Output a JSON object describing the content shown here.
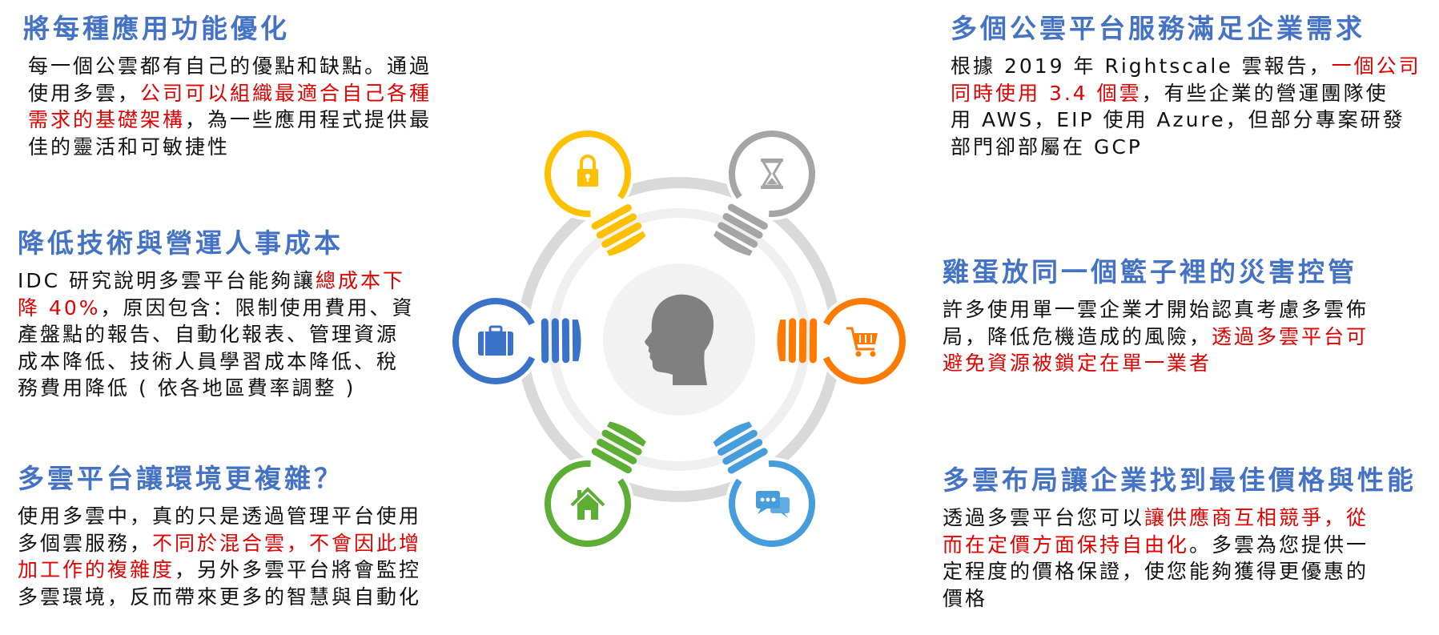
{
  "colors": {
    "title": "#4472C4",
    "highlight": "#E00000",
    "text": "#111111"
  },
  "left_sections": [
    {
      "title": "將每種應用功能優化",
      "lines": [
        [
          {
            "t": "每一個公雲都有自己的優點和缺點。通過",
            "red": false
          }
        ],
        [
          {
            "t": "使用多雲，",
            "red": false
          },
          {
            "t": "公司可以組織最適合自己各種",
            "red": true
          }
        ],
        [
          {
            "t": "需求的基礎架構",
            "red": true
          },
          {
            "t": "，為一些應用程式提供最",
            "red": false
          }
        ],
        [
          {
            "t": "佳的靈活和可敏捷性",
            "red": false
          }
        ]
      ]
    },
    {
      "title": "降低技術與營運人事成本",
      "lines": [
        [
          {
            "t": "IDC 研究說明多雲平台能夠讓",
            "red": false
          },
          {
            "t": "總成本下",
            "red": true
          }
        ],
        [
          {
            "t": "降 40%",
            "red": true
          },
          {
            "t": "，原因包含：限制使用費用、資",
            "red": false
          }
        ],
        [
          {
            "t": "產盤點的報告、自動化報表、管理資源",
            "red": false
          }
        ],
        [
          {
            "t": "成本降低、技術人員學習成本降低、稅",
            "red": false
          }
        ],
        [
          {
            "t": "務費用降低 ( 依各地區費率調整 )",
            "red": false
          }
        ]
      ]
    },
    {
      "title": "多雲平台讓環境更複雜？",
      "lines": [
        [
          {
            "t": "使用多雲中，真的只是透過管理平台使用",
            "red": false
          }
        ],
        [
          {
            "t": "多個雲服務，",
            "red": false
          },
          {
            "t": "不同於混合雲，不會因此增",
            "red": true
          }
        ],
        [
          {
            "t": "加工作的複雜度",
            "red": true
          },
          {
            "t": "，另外多雲平台將會監控",
            "red": false
          }
        ],
        [
          {
            "t": "多雲環境，反而帶來更多的智慧與自動化",
            "red": false
          }
        ]
      ]
    }
  ],
  "right_sections": [
    {
      "title": "多個公雲平台服務滿足企業需求",
      "lines": [
        [
          {
            "t": "根據 2019 年 Rightscale 雲報告，",
            "red": false
          },
          {
            "t": "一個公司",
            "red": true
          }
        ],
        [
          {
            "t": "同時使用 3.4 個雲",
            "red": true
          },
          {
            "t": "，有些企業的營運團隊使",
            "red": false
          }
        ],
        [
          {
            "t": "用 AWS，EIP 使用 Azure，但部分專案研發",
            "red": false
          }
        ],
        [
          {
            "t": "部門卻部屬在 GCP",
            "red": false
          }
        ]
      ]
    },
    {
      "title": "雞蛋放同一個籃子裡的災害控管",
      "lines": [
        [
          {
            "t": "許多使用單一雲企業才開始認真考慮多雲佈",
            "red": false
          }
        ],
        [
          {
            "t": "局，降低危機造成的風險，",
            "red": false
          },
          {
            "t": "透過多雲平台可",
            "red": true
          }
        ],
        [
          {
            "t": "避免資源被鎖定在單一業者",
            "red": true
          }
        ]
      ]
    },
    {
      "title": "多雲布局讓企業找到最佳價格與性能",
      "lines": [
        [
          {
            "t": "透過多雲平台您可以",
            "red": false
          },
          {
            "t": "讓供應商互相競爭，從",
            "red": true
          }
        ],
        [
          {
            "t": "而在定價方面保持自由化",
            "red": true
          },
          {
            "t": "。多雲為您提供一",
            "red": false
          }
        ],
        [
          {
            "t": "定程度的價格保證，使您能夠獲得更優惠的",
            "red": false
          }
        ],
        [
          {
            "t": "價格",
            "red": false
          }
        ]
      ]
    }
  ],
  "diagram": {
    "center_icon": "head-silhouette-icon",
    "nodes": [
      {
        "icon": "lock-icon",
        "color": "#FFC000"
      },
      {
        "icon": "hourglass-icon",
        "color": "#A5A5A5"
      },
      {
        "icon": "briefcase-icon",
        "color": "#3A72C8"
      },
      {
        "icon": "shopping-cart-icon",
        "color": "#FF7A00"
      },
      {
        "icon": "home-icon",
        "color": "#5DAE34"
      },
      {
        "icon": "chat-bubbles-icon",
        "color": "#459DDB"
      }
    ]
  }
}
